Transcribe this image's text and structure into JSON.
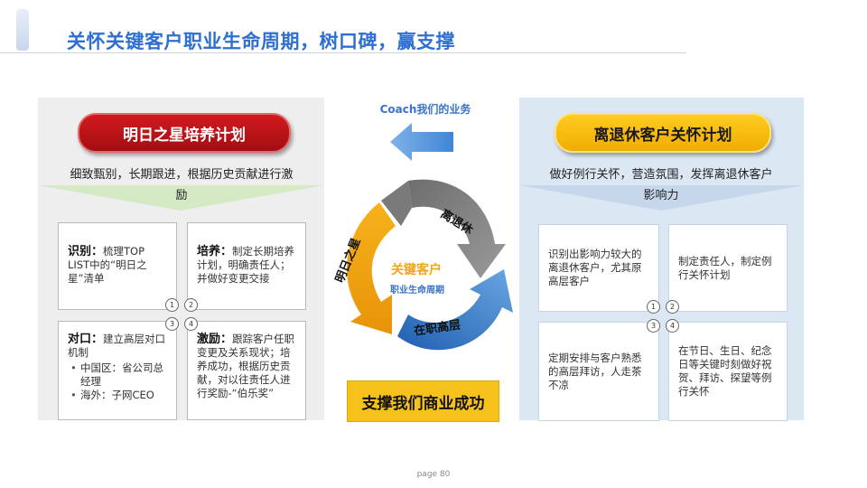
{
  "title": "关怀关键客户职业生命周期，树口碑，赢支撑",
  "left_panel": {
    "heading": "明日之星培养计划",
    "subtext": "细致甄别，长期跟进，根据历史贡献进行激励",
    "boxes": [
      {
        "label": "识别：",
        "text": "梳理TOP LIST中的“明日之星”清单"
      },
      {
        "label": "培养：",
        "text": "制定长期培养计划，明确责任人；并做好变更交接"
      },
      {
        "label": "对口：",
        "text": "建立高层对口机制",
        "bullets": [
          "中国区：省公司总经理",
          "海外：子网CEO"
        ]
      },
      {
        "label": "激励：",
        "text": "跟踪客户任职变更及关系现状；培养成功，根据历史贡献，对以往责任人进行奖励-“伯乐奖”"
      }
    ],
    "numbers": [
      "1",
      "2",
      "3",
      "4"
    ]
  },
  "center": {
    "coach_label": "Coach我们的业务",
    "cycle_labels": {
      "top": "离退休",
      "left": "明日之星",
      "bottom": "在职高层"
    },
    "core_title": "关键客户",
    "core_subtitle": "职业生命周期",
    "support": "支撑我们商业成功"
  },
  "right_panel": {
    "heading": "离退休客户关怀计划",
    "subtext": "做好例行关怀，营造氛围，发挥离退休客户影响力",
    "boxes": [
      {
        "text": "识别出影响力较大的离退休客户，尤其原高层客户"
      },
      {
        "text": "制定责任人，制定例行关怀计划"
      },
      {
        "text": "定期安排与客户熟悉的高层拜访，人走茶不凉"
      },
      {
        "text": "在节日、生日、纪念日等关键时刻做好祝贺、拜访、探望等例行关怀"
      }
    ],
    "numbers": [
      "1",
      "2",
      "3",
      "4"
    ]
  },
  "footer": {
    "page": "page 80"
  },
  "colors": {
    "title": "#2e6fd1",
    "red": "#c8161d",
    "yellow": "#f7c11c",
    "blue": "#4a8fd6",
    "gray": "#8a8a8a",
    "orange": "#f2a515"
  }
}
